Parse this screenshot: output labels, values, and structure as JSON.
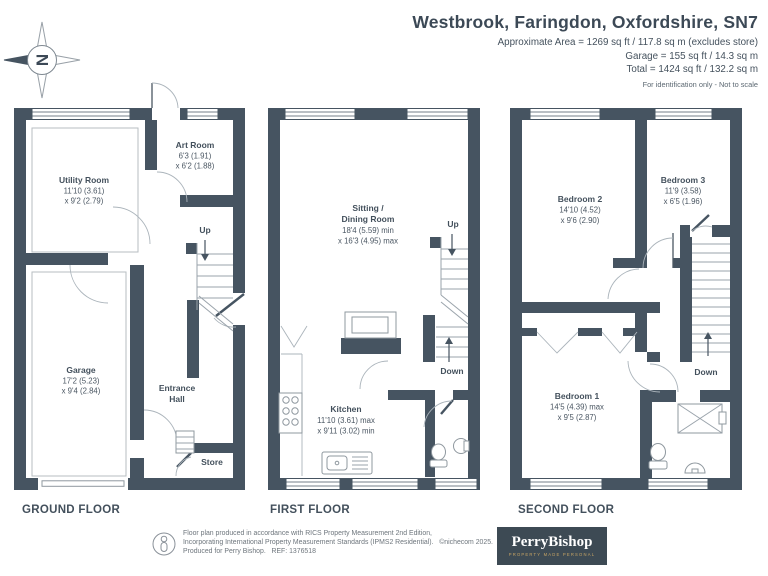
{
  "header": {
    "title": "Westbrook, Faringdon, Oxfordshire, SN7",
    "area_line1": "Approximate Area = 1269 sq ft / 117.8 sq m (excludes store)",
    "area_line2": "Garage = 155 sq ft / 14.3 sq m",
    "area_line3": "Total = 1424 sq ft / 132.2 sq m",
    "disclaimer": "For identification only - Not to scale"
  },
  "compass": {
    "letter": "N"
  },
  "floors": {
    "ground": {
      "label": "GROUND FLOOR",
      "art_room": {
        "name": "Art Room",
        "dim1": "6'3 (1.91)",
        "dim2": "x 6'2 (1.88)"
      },
      "utility_room": {
        "name": "Utility Room",
        "dim1": "11'10 (3.61)",
        "dim2": "x 9'2 (2.79)"
      },
      "garage": {
        "name": "Garage",
        "dim1": "17'2 (5.23)",
        "dim2": "x 9'4 (2.84)"
      },
      "entrance_hall": {
        "line1": "Entrance",
        "line2": "Hall"
      },
      "store": {
        "name": "Store"
      },
      "up": "Up"
    },
    "first": {
      "label": "FIRST FLOOR",
      "sitting": {
        "line1": "Sitting /",
        "line2": "Dining Room",
        "dim1": "18'4 (5.59) min",
        "dim2": "x 16'3 (4.95) max"
      },
      "kitchen": {
        "name": "Kitchen",
        "dim1": "11'10 (3.61) max",
        "dim2": "x 9'11 (3.02) min"
      },
      "up": "Up",
      "down": "Down"
    },
    "second": {
      "label": "SECOND FLOOR",
      "bedroom1": {
        "name": "Bedroom 1",
        "dim1": "14'5 (4.39) max",
        "dim2": "x 9'5 (2.87)"
      },
      "bedroom2": {
        "name": "Bedroom 2",
        "dim1": "14'10 (4.52)",
        "dim2": "x 9'6 (2.90)"
      },
      "bedroom3": {
        "name": "Bedroom 3",
        "dim1": "11'9 (3.58)",
        "dim2": "x 6'5 (1.96)"
      },
      "down": "Down"
    }
  },
  "footer": {
    "line1": "Floor plan produced in accordance with RICS Property Measurement 2nd Edition,",
    "line2": "Incorporating International Property Measurement Standards (IPMS2 Residential).   ©nichecom 2025.",
    "line3": "Produced for Perry Bishop.   REF: 1376518",
    "logo_name": "PerryBishop",
    "logo_tagline": "PROPERTY MADE PERSONAL"
  },
  "colors": {
    "wall": "#465461",
    "logo_bg": "#3d4a54",
    "logo_gold": "#c8a565"
  }
}
